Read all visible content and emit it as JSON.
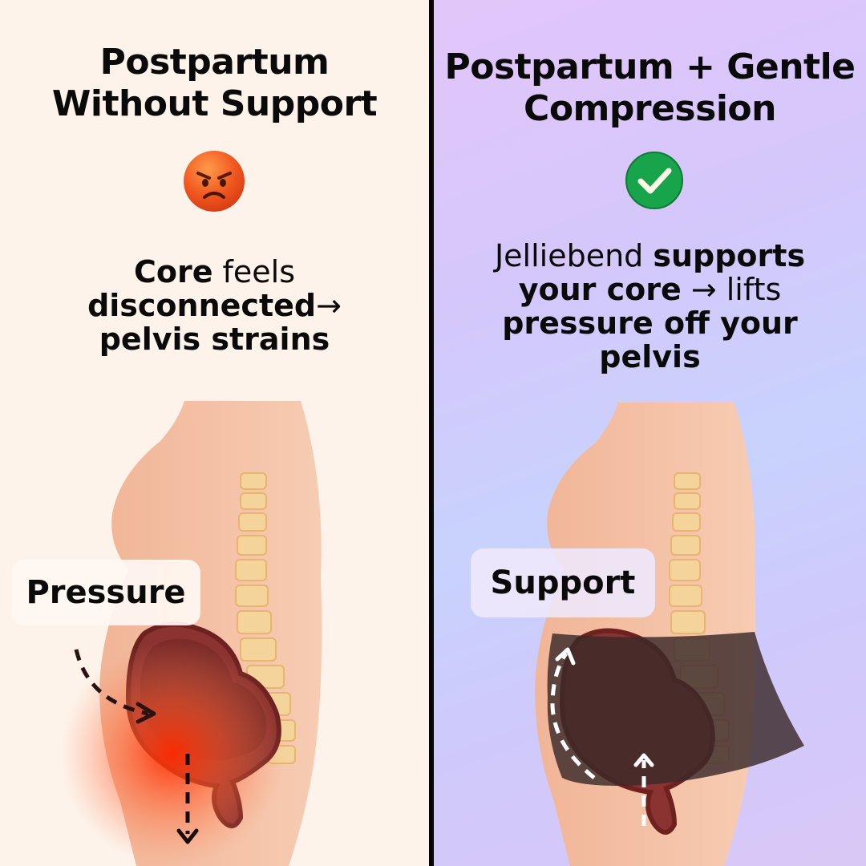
{
  "left": {
    "title_line1": "Postpartum",
    "title_line2": "Without Support",
    "status_icon": "angry-face-icon",
    "caption": {
      "l1_bold": "Core",
      "l1_rest": " feels",
      "l2_bold": "disconnected",
      "l2_rest": "→",
      "l3_bold": "pelvis strains"
    },
    "label": "Pressure"
  },
  "right": {
    "title_line1": "Postpartum + Gentle",
    "title_line2": "Compression",
    "status_icon": "green-check-icon",
    "caption": {
      "l1_rest": "Jelliebend ",
      "l1_bold": "supports",
      "l2_bold": "your core",
      "l2_rest": " → lifts",
      "l3_bold": "pressure off your",
      "l4_bold": "pelvis"
    },
    "label": "Support"
  },
  "colors": {
    "left_bg": "#fdf3ea",
    "right_bg_top": "#e2c6fa",
    "right_bg_mid": "#c8d2fd",
    "skin": "#f4c1a5",
    "uterus": "#7a2a28",
    "pressure_glow": "#ff3a10",
    "band": "#3a2a2a",
    "check_green": "#18a44a",
    "angry_red": "#e8431a"
  }
}
